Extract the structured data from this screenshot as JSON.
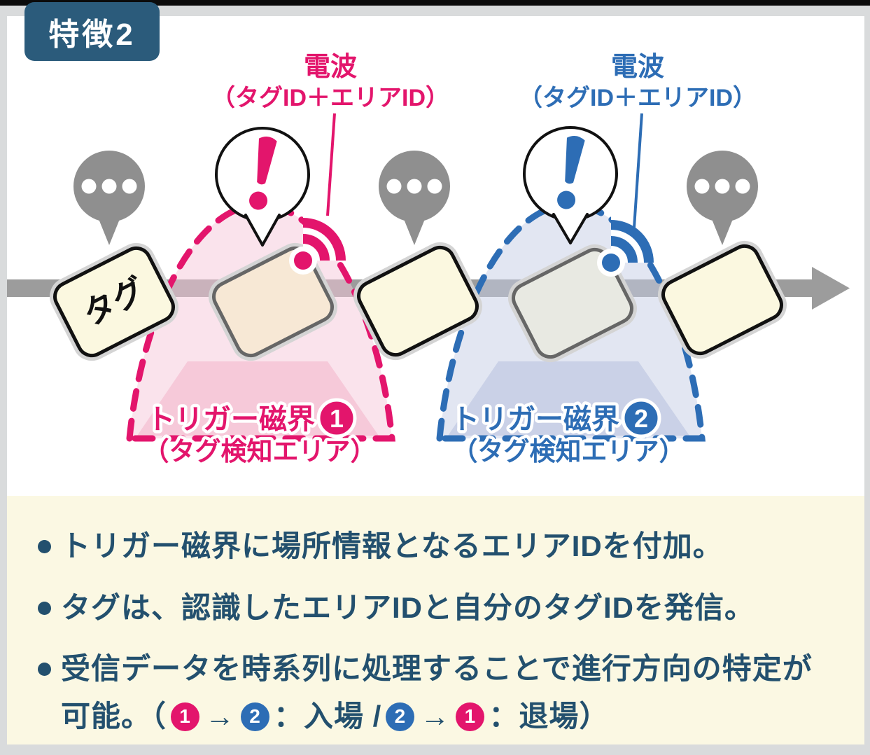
{
  "colors": {
    "navy_text": "#23506e",
    "badge_navy": "#2b5b7b",
    "pink": "#e3156c",
    "blue": "#2d6db5",
    "arrow_gray": "#9c9c9c",
    "bubble_gray": "#8f8f8f",
    "cream_panel": "#fbf8e3",
    "tag_cream": "#fbf8e0"
  },
  "icons": {
    "speech_ellipsis_icon": "…",
    "exclamation_icon": "!",
    "wifi_signal_icon": "radio-waves",
    "flow_arrow_icon": "→"
  },
  "badge": {
    "label": "特徴2"
  },
  "diagram": {
    "tag_label": "タグ",
    "radio_labels": {
      "pink": {
        "line1": "電波",
        "line2": "（タグID＋エリアID）"
      },
      "blue": {
        "line1": "電波",
        "line2": "（タグID＋エリアID）"
      }
    },
    "trigger_fields": {
      "pink": {
        "title": "トリガー磁界",
        "number": "1",
        "subtitle": "（タグ検知エリア）"
      },
      "blue": {
        "title": "トリガー磁界",
        "number": "2",
        "subtitle": "（タグ検知エリア）"
      }
    }
  },
  "notes": {
    "bullet1": "トリガー磁界に場所情報となるエリアIDを付加。",
    "bullet2": "タグは、認識したエリアIDと自分のタグIDを発信。",
    "bullet3_line1": "受信データを時系列に処理することで進行方向の特定が",
    "bullet3_line2": {
      "prefix": "可能。（",
      "num_a": "1",
      "arrow_a": "→",
      "num_b": "2",
      "mid": "：入場 / ",
      "num_c": "2",
      "arrow_b": "→",
      "num_d": "1",
      "suffix": "：退場）"
    }
  }
}
